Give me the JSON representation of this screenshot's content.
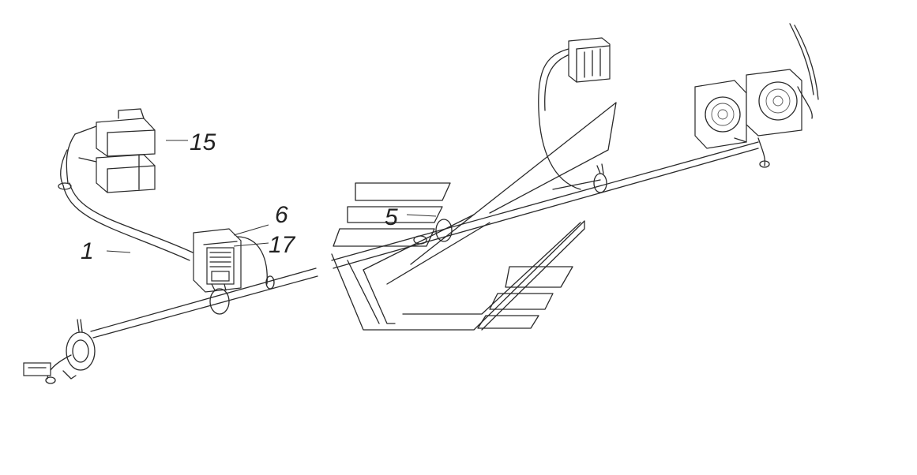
{
  "callouts": [
    {
      "id": "1",
      "text": "1"
    },
    {
      "id": "5",
      "text": "5"
    },
    {
      "id": "6",
      "text": "6"
    },
    {
      "id": "15",
      "text": "15"
    },
    {
      "id": "17",
      "text": "17"
    }
  ]
}
